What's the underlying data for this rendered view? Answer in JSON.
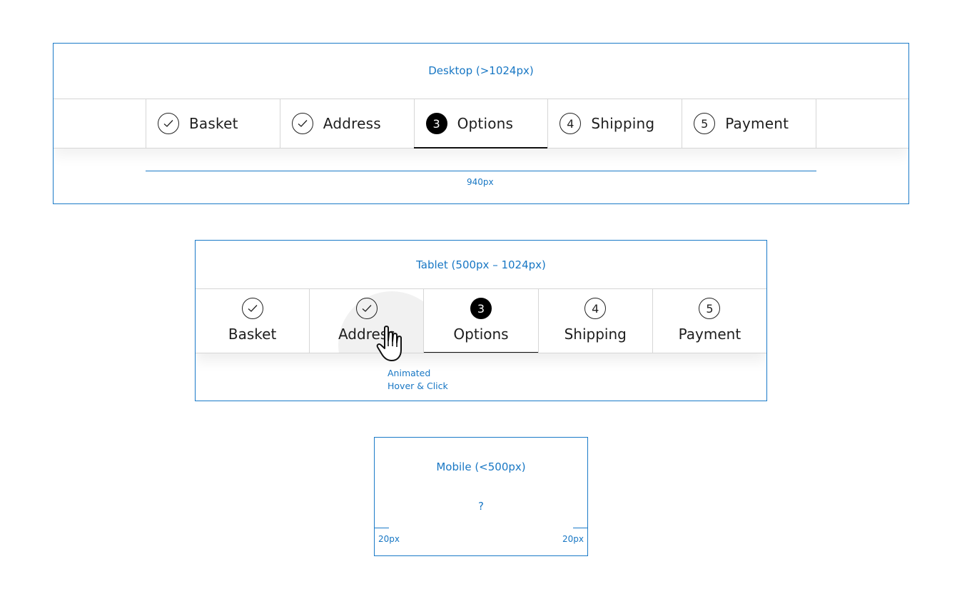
{
  "colors": {
    "annotation_blue": "#1877c4",
    "active_indicator": "#111111",
    "border_gray": "#d6d6d6"
  },
  "desktop": {
    "title": "Desktop (>1024px)",
    "width_label": "940px",
    "steps": [
      {
        "marker": "",
        "icon": "check-icon",
        "label": "Basket",
        "state": "done"
      },
      {
        "marker": "",
        "icon": "check-icon",
        "label": "Address",
        "state": "done"
      },
      {
        "marker": "3",
        "icon": "",
        "label": "Options",
        "state": "active"
      },
      {
        "marker": "4",
        "icon": "",
        "label": "Shipping",
        "state": "upcoming"
      },
      {
        "marker": "5",
        "icon": "",
        "label": "Payment",
        "state": "upcoming"
      }
    ]
  },
  "tablet": {
    "title": "Tablet (500px – 1024px)",
    "annotation_line1": "Animated",
    "annotation_line2": "Hover & Click",
    "steps": [
      {
        "marker": "",
        "icon": "check-icon",
        "label": "Basket",
        "state": "done"
      },
      {
        "marker": "",
        "icon": "check-icon",
        "label": "Address",
        "state": "done-hovered"
      },
      {
        "marker": "3",
        "icon": "",
        "label": "Options",
        "state": "active"
      },
      {
        "marker": "4",
        "icon": "",
        "label": "Shipping",
        "state": "upcoming"
      },
      {
        "marker": "5",
        "icon": "",
        "label": "Payment",
        "state": "upcoming"
      }
    ]
  },
  "mobile": {
    "title": "Mobile (<500px)",
    "placeholder": "?",
    "padding_left_label": "20px",
    "padding_right_label": "20px"
  }
}
